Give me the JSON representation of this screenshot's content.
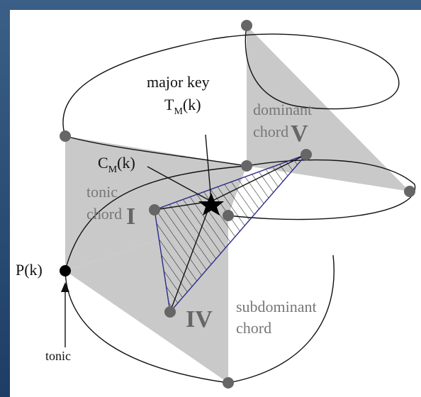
{
  "colors": {
    "background_gradient_top": "#3b5f86",
    "background_gradient_bottom": "#1d3d64",
    "panel": "#ffffff",
    "gray_fill": "#c9c9c9",
    "line": "#111111",
    "node_gray": "#666666",
    "node_black": "#000000",
    "triangle_outline": "#2b2b88",
    "label_gray": "#777777"
  },
  "labels": {
    "major_key": "major key",
    "tm_main": "T",
    "tm_sub": "M",
    "tm_arg": "(k)",
    "dominant": "dominant",
    "chord": "chord",
    "v_numeral": "V",
    "cm_main": "C",
    "cm_sub": "M",
    "cm_arg": "(k)",
    "tonic": "tonic",
    "i_numeral": "I",
    "pk": "P(k)",
    "tonic_bottom": "tonic",
    "iv_numeral": "IV",
    "subdominant": "subdominant",
    "subdominant_chord": "chord"
  }
}
